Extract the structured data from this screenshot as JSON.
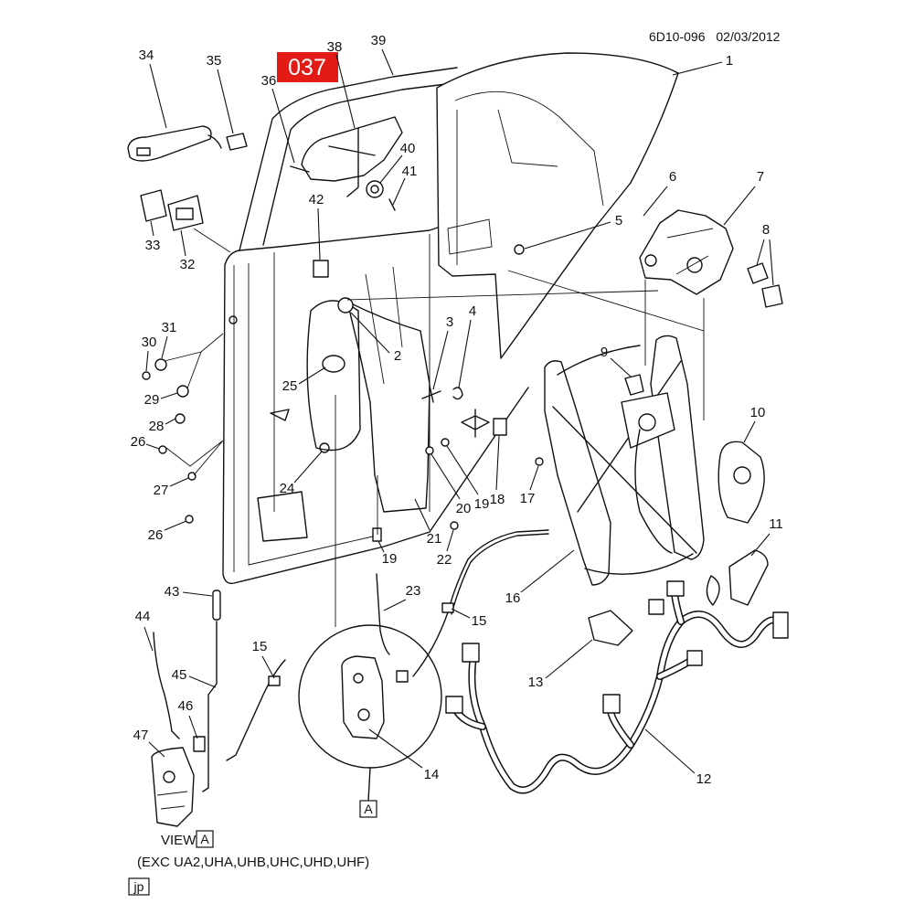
{
  "header": {
    "code": "6D10-096",
    "date": "02/03/2012"
  },
  "badge": "037",
  "callouts": [
    "34",
    "35",
    "38",
    "39",
    "36",
    "1",
    "40",
    "41",
    "42",
    "33",
    "32",
    "6",
    "7",
    "5",
    "8",
    "31",
    "30",
    "2",
    "3",
    "4",
    "9",
    "25",
    "29",
    "28",
    "26",
    "10",
    "27",
    "24",
    "20",
    "19",
    "18",
    "17",
    "21",
    "26",
    "11",
    "19",
    "22",
    "16",
    "43",
    "23",
    "15",
    "44",
    "15",
    "45",
    "13",
    "46",
    "47",
    "14",
    "12"
  ],
  "view": {
    "label": "VIEW",
    "ref": "A"
  },
  "note": "(EXC UA2,UHA,UHB,UHC,UHD,UHF)",
  "detail_ref": "A",
  "footer_tag": "jp",
  "colors": {
    "badge": "#e31b17",
    "line": "#111111"
  }
}
